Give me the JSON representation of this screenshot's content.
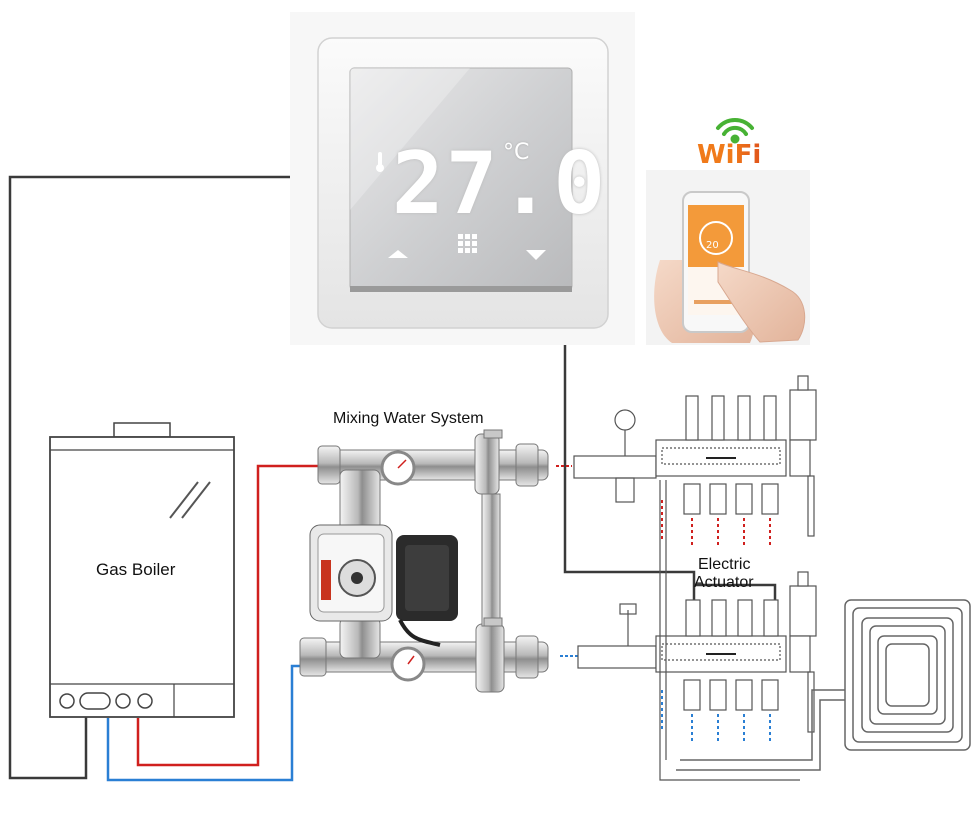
{
  "labels": {
    "mixing_water_system": "Mixing Water System",
    "gas_boiler": "Gas Boiler",
    "electric_actuator_line1": "Electric",
    "electric_actuator_line2": "Actuator"
  },
  "thermostat": {
    "temperature": "27.0",
    "unit": "°C"
  },
  "wifi": {
    "label": "WiFi"
  },
  "phone": {
    "temperature": "20"
  },
  "colors": {
    "supply_pipe": "#d0201e",
    "return_pipe": "#2a7fd4",
    "control_wire": "#3a3a3a",
    "wifi_orange": "#f07a1a",
    "wifi_green": "#47b234",
    "app_orange": "#f39a3a"
  }
}
